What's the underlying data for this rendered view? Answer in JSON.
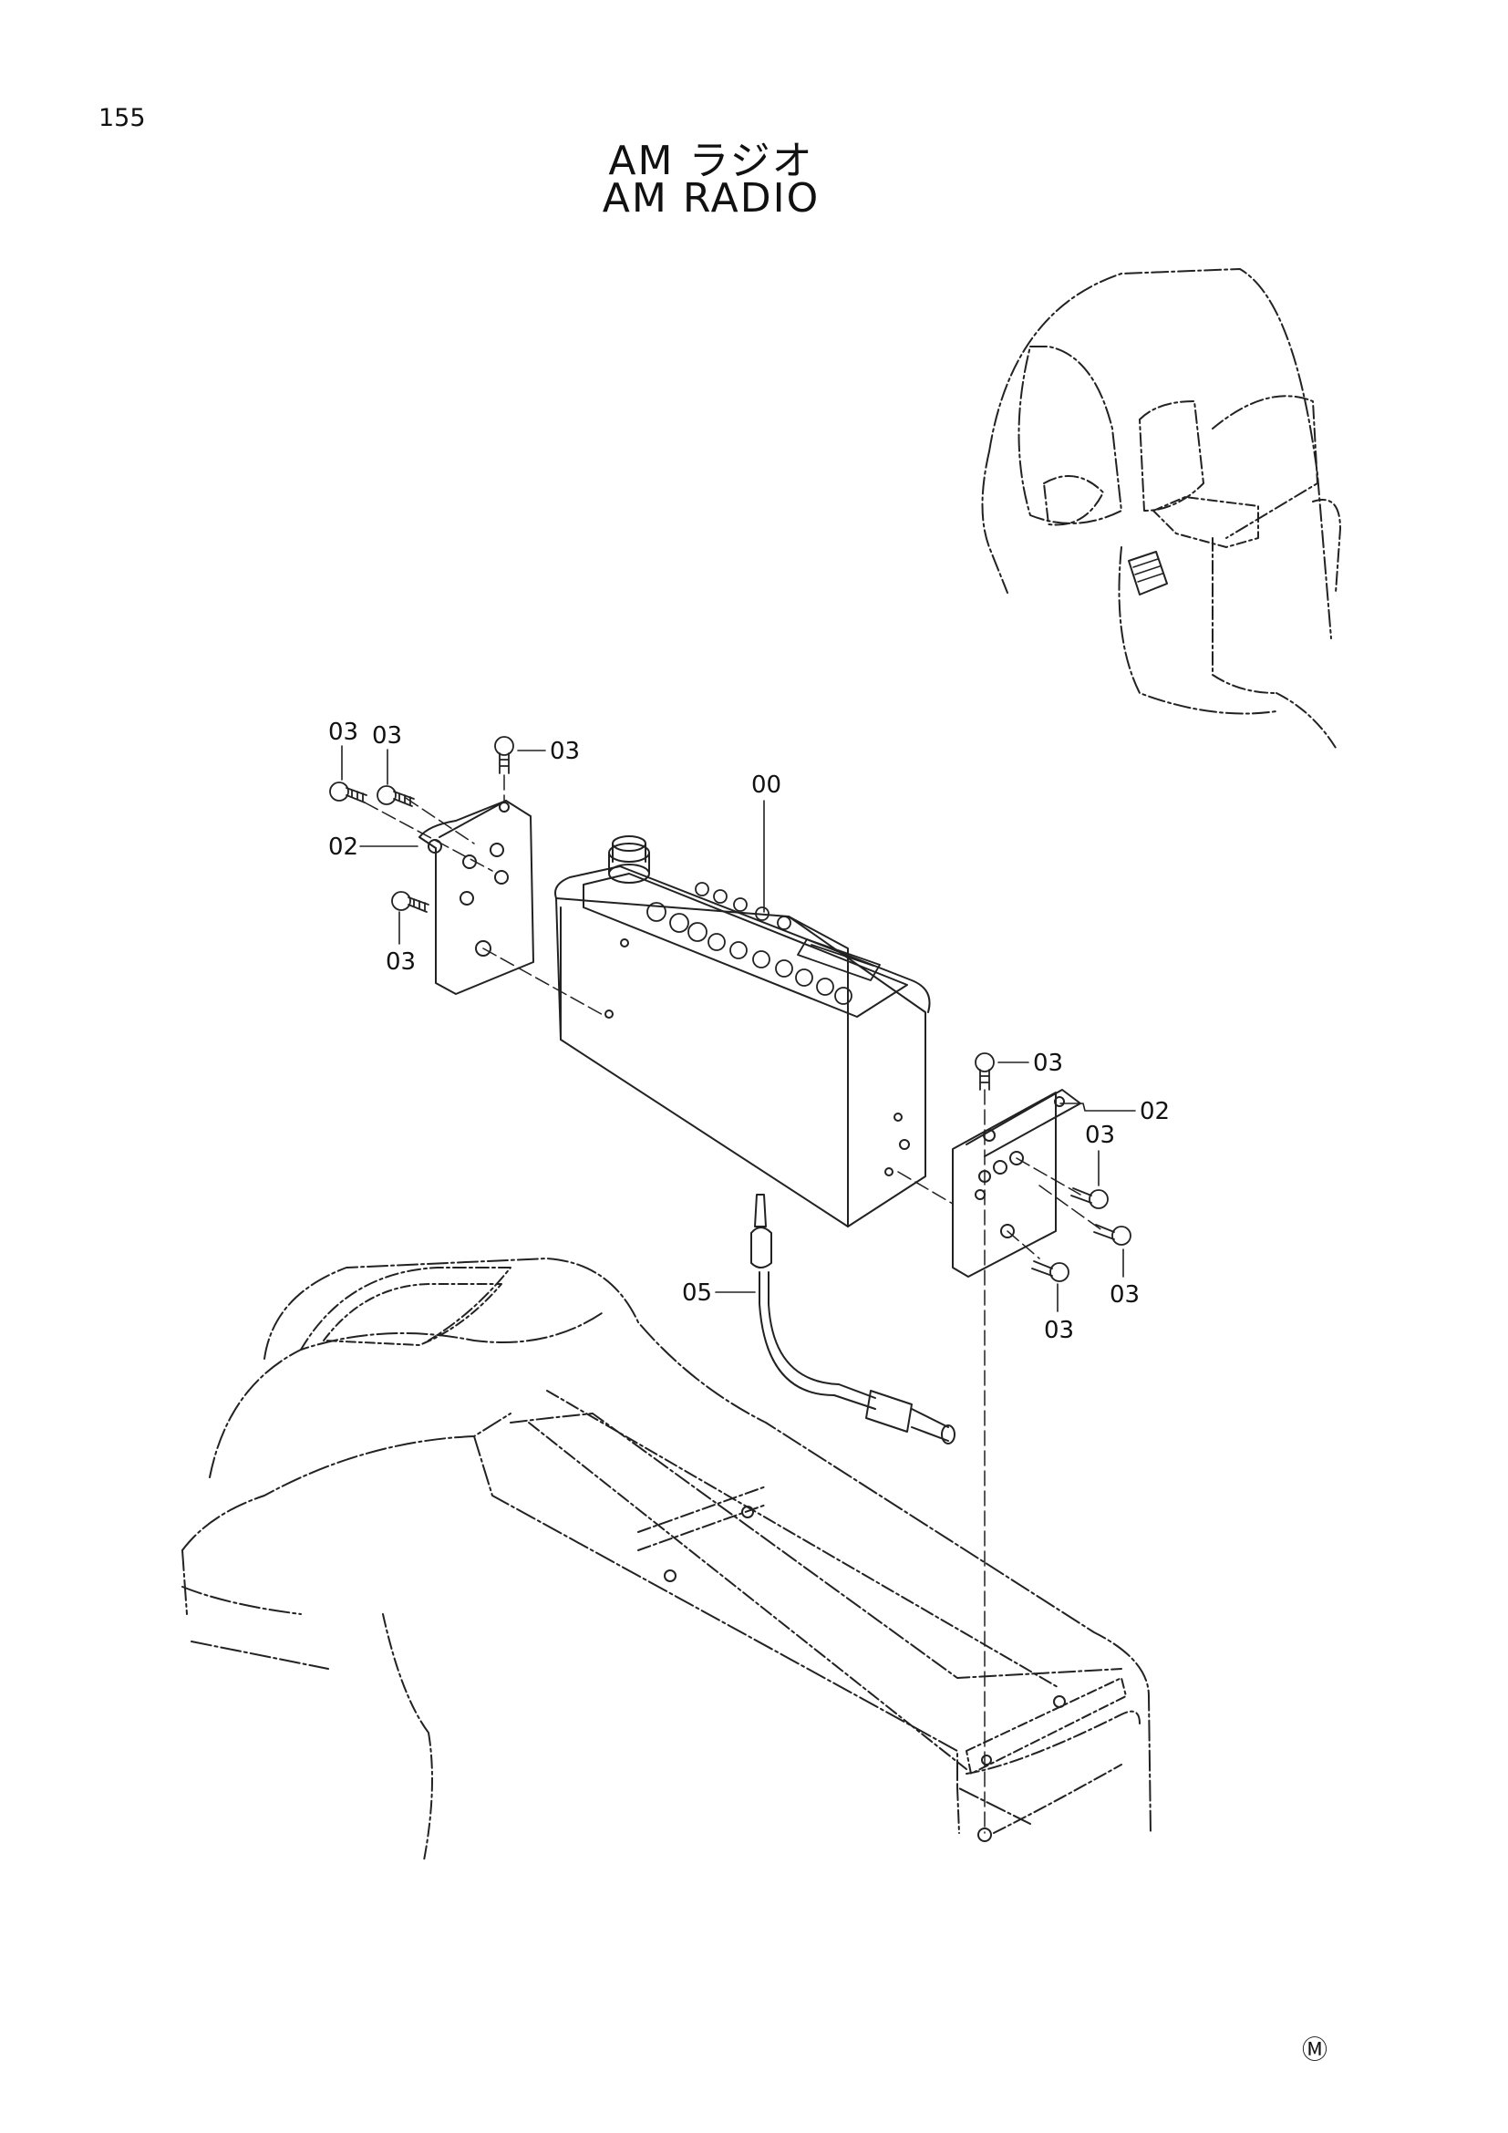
{
  "header": {
    "page_number": "155",
    "title_jp": "AM ラジオ",
    "title_en": "AM RADIO"
  },
  "callouts": {
    "radio": "00",
    "bracket_left": "02",
    "bracket_right": "02",
    "screw": "03",
    "antenna_cable": "05"
  },
  "footer": {
    "mark": "Ⓜ"
  }
}
